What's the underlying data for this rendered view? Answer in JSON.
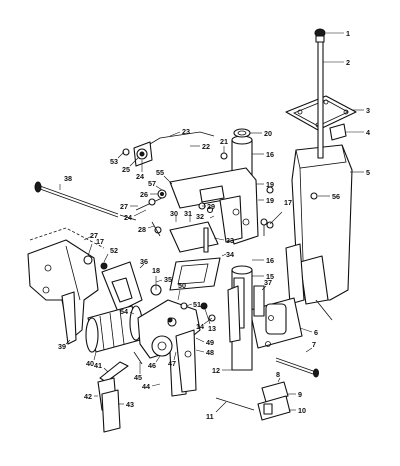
{
  "callouts": [
    "1",
    "2",
    "3",
    "4",
    "5",
    "6",
    "7",
    "8",
    "9",
    "10",
    "11",
    "12",
    "13",
    "14",
    "15",
    "16",
    "16",
    "17",
    "17",
    "18",
    "19",
    "19",
    "20",
    "21",
    "22",
    "23",
    "24",
    "24",
    "25",
    "26",
    "27",
    "27",
    "28",
    "29",
    "30",
    "31",
    "32",
    "33",
    "34",
    "35",
    "36",
    "37",
    "38",
    "39",
    "40",
    "41",
    "42",
    "43",
    "44",
    "45",
    "46",
    "47",
    "48",
    "49",
    "50",
    "51",
    "52",
    "53",
    "54",
    "55",
    "56",
    "57"
  ]
}
